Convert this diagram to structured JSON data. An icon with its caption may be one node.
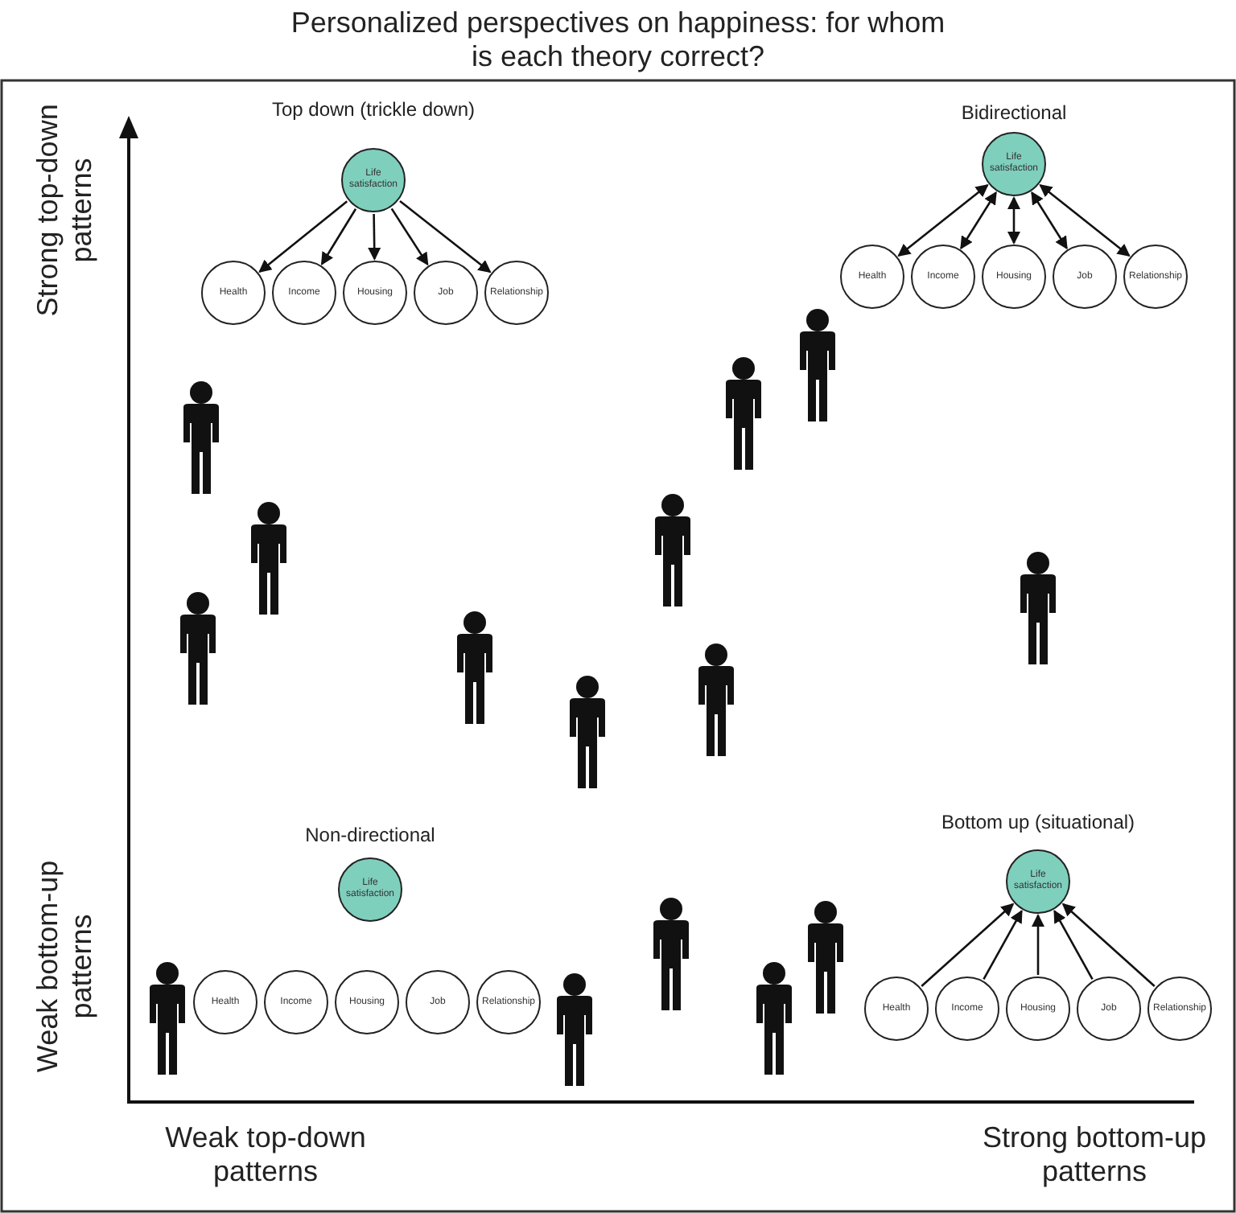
{
  "diagram": {
    "title": "Personalized perspectives on happiness: for whom is each theory correct?",
    "nodes": [
      {
        "text": [
          "Life satisfaction"
        ]
      },
      {
        "text": [
          "Health"
        ]
      },
      {
        "text": [
          "Income"
        ]
      },
      {
        "text": [
          "Housing"
        ]
      },
      {
        "text": [
          "Job"
        ]
      },
      {
        "text": [
          "Relationship"
        ]
      },
      {
        "text": [
          "Life satisfaction"
        ]
      },
      {
        "text": [
          "Health"
        ]
      },
      {
        "text": [
          "Income"
        ]
      },
      {
        "text": [
          "Housing"
        ]
      },
      {
        "text": [
          "Job"
        ]
      },
      {
        "text": [
          "Relationship"
        ]
      },
      {
        "text": [
          "Life satisfaction"
        ]
      },
      {
        "text": [
          "Health"
        ]
      },
      {
        "text": [
          "Income"
        ]
      },
      {
        "text": [
          "Housing"
        ]
      },
      {
        "text": [
          "Job"
        ]
      },
      {
        "text": [
          "Relationship"
        ]
      },
      {
        "text": [
          "Life satisfaction"
        ]
      },
      {
        "text": [
          "Health"
        ]
      },
      {
        "text": [
          "Income"
        ]
      },
      {
        "text": [
          "Housing"
        ]
      },
      {
        "text": [
          "Job"
        ]
      },
      {
        "text": [
          "Relationship"
        ]
      }
    ],
    "edges": [
      {
        "from": 0,
        "to": 1,
        "arrow": "to"
      },
      {
        "from": 0,
        "to": 2,
        "arrow": "to"
      },
      {
        "from": 0,
        "to": 3,
        "arrow": "to"
      },
      {
        "from": 0,
        "to": 4,
        "arrow": "to"
      },
      {
        "from": 0,
        "to": 5,
        "arrow": "to"
      },
      {
        "from": 6,
        "to": 7,
        "arrow": "both"
      },
      {
        "from": 6,
        "to": 8,
        "arrow": "both"
      },
      {
        "from": 6,
        "to": 9,
        "arrow": "both"
      },
      {
        "from": 6,
        "to": 10,
        "arrow": "both"
      },
      {
        "from": 6,
        "to": 11,
        "arrow": "both"
      },
      {
        "from": 19,
        "to": 18,
        "arrow": "to"
      },
      {
        "from": 20,
        "to": 18,
        "arrow": "to"
      },
      {
        "from": 21,
        "to": 18,
        "arrow": "to"
      },
      {
        "from": 22,
        "to": 18,
        "arrow": "to"
      },
      {
        "from": 23,
        "to": 18,
        "arrow": "to"
      }
    ],
    "labels": [
      "Top down (trickle down)",
      "Bidirectional",
      "Strong top-down patterns",
      "Non-directional",
      "Bottom up (situational)",
      "Weak bottom-up patterns",
      "Weak top-down patterns",
      "Strong bottom-up patterns"
    ]
  }
}
